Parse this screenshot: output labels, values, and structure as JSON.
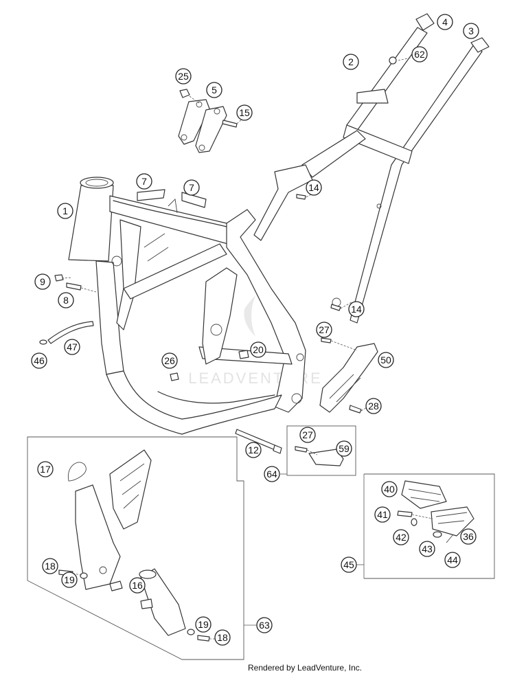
{
  "diagram": {
    "type": "exploded-parts-diagram",
    "subject": "frame assembly",
    "callouts": [
      "1",
      "2",
      "3",
      "4",
      "5",
      "7",
      "7",
      "8",
      "9",
      "12",
      "14",
      "14",
      "15",
      "16",
      "17",
      "18",
      "18",
      "19",
      "19",
      "20",
      "25",
      "26",
      "27",
      "27",
      "28",
      "36",
      "40",
      "41",
      "42",
      "43",
      "44",
      "45",
      "46",
      "47",
      "50",
      "59",
      "62",
      "63",
      "64"
    ],
    "watermark_text": "LEADVENTURE",
    "credit": "Rendered by LeadVenture, Inc."
  }
}
